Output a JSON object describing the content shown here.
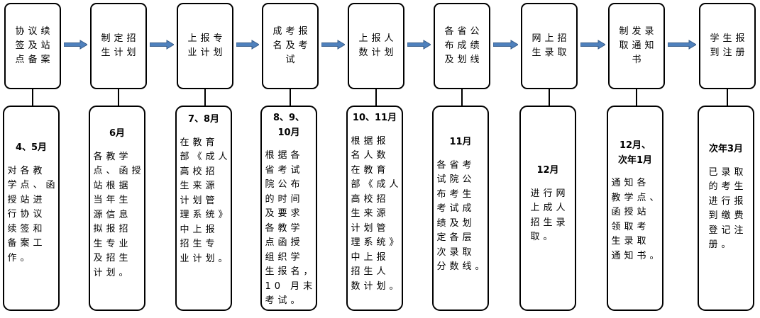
{
  "colors": {
    "arrow": "#4f81bd",
    "arrow_edge": "#385d8a",
    "border": "#000000"
  },
  "steps": [
    {
      "title": [
        "协议续",
        "签及站",
        "点备案"
      ],
      "date": [
        "4、5月"
      ],
      "desc": [
        "对各教",
        "学点、函",
        "授站进",
        "行协议",
        "续签和",
        "备案工",
        "作。"
      ]
    },
    {
      "title": [
        "制定招",
        "生计划"
      ],
      "date": [
        "6月"
      ],
      "desc": [
        "各教学",
        "点、函授",
        "站根据",
        "当年生",
        "源信息",
        "拟报招",
        "生专业",
        "及招生",
        "计划。"
      ]
    },
    {
      "title": [
        "上报专",
        "业计划"
      ],
      "date": [
        "7、8月"
      ],
      "desc": [
        "在教育",
        "部《成人",
        "高校招",
        "生来源",
        "计划管",
        "理系统》",
        "中上报",
        "招生专",
        "业计划。"
      ]
    },
    {
      "title": [
        "成考报",
        "名及考",
        "试"
      ],
      "date": [
        "8、9、",
        "10月"
      ],
      "desc": [
        "根据各",
        "省考试",
        "院公布",
        "的时间",
        "及要求",
        "各教学",
        "点函授",
        "组织学",
        "生报名，",
        "10 月末",
        "考试。"
      ]
    },
    {
      "title": [
        "上报人",
        "数计划"
      ],
      "date": [
        "10、11月"
      ],
      "desc": [
        "根据报",
        "名人数",
        "在教育",
        "部《成人",
        "高校招",
        "生来源",
        "计划管",
        "理系统》",
        "中上报",
        "招生人",
        "数计划。"
      ]
    },
    {
      "title": [
        "各省公",
        "布成绩",
        "及划线"
      ],
      "date": [
        "11月"
      ],
      "desc": [
        "各省考",
        "试院公",
        "布考生",
        "考试成",
        "绩及划",
        "定各层",
        "次录取",
        "分数线。"
      ]
    },
    {
      "title": [
        "网上招",
        "生录取"
      ],
      "date": [
        "12月"
      ],
      "desc": [
        "进行网",
        "上成人",
        "招生录",
        "取。"
      ]
    },
    {
      "title": [
        "制发录",
        "取通知",
        "书"
      ],
      "date": [
        "12月、",
        "次年1月"
      ],
      "desc": [
        "通知各",
        "教学点、",
        "函授站",
        "领取考",
        "生录取",
        "通知书。"
      ]
    },
    {
      "title": [
        "学生报",
        "到注册"
      ],
      "date": [
        "次年3月"
      ],
      "desc": [
        "已录取",
        "的考生",
        "进行报",
        "到缴费",
        "登记注",
        "册。"
      ]
    }
  ]
}
